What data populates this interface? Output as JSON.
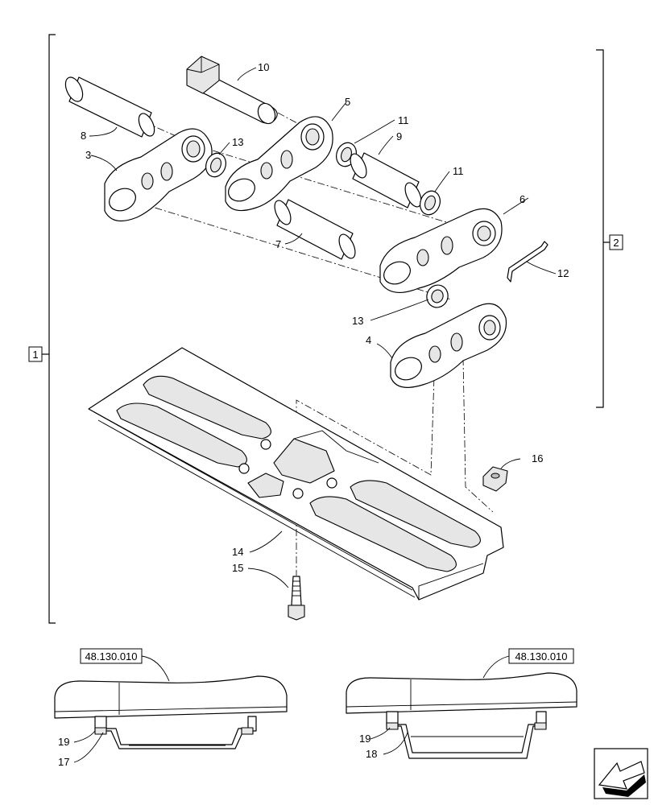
{
  "groups": [
    {
      "id": "group-1",
      "label": "1"
    },
    {
      "id": "group-2",
      "label": "2"
    }
  ],
  "callouts": [
    {
      "id": "3",
      "label": "3"
    },
    {
      "id": "4",
      "label": "4"
    },
    {
      "id": "5",
      "label": "5"
    },
    {
      "id": "6",
      "label": "6"
    },
    {
      "id": "7",
      "label": "7"
    },
    {
      "id": "8",
      "label": "8"
    },
    {
      "id": "9",
      "label": "9"
    },
    {
      "id": "10",
      "label": "10"
    },
    {
      "id": "11a",
      "label": "11"
    },
    {
      "id": "11b",
      "label": "11"
    },
    {
      "id": "12",
      "label": "12"
    },
    {
      "id": "13a",
      "label": "13"
    },
    {
      "id": "13b",
      "label": "13"
    },
    {
      "id": "14",
      "label": "14"
    },
    {
      "id": "15",
      "label": "15"
    },
    {
      "id": "16",
      "label": "16"
    },
    {
      "id": "17",
      "label": "17"
    },
    {
      "id": "18",
      "label": "18"
    },
    {
      "id": "19a",
      "label": "19"
    },
    {
      "id": "19b",
      "label": "19"
    }
  ],
  "references": [
    {
      "id": "ref-left",
      "label": "48.130.010"
    },
    {
      "id": "ref-right",
      "label": "48.130.010"
    }
  ],
  "nav": {
    "icon": "next-page-arrow-icon"
  }
}
